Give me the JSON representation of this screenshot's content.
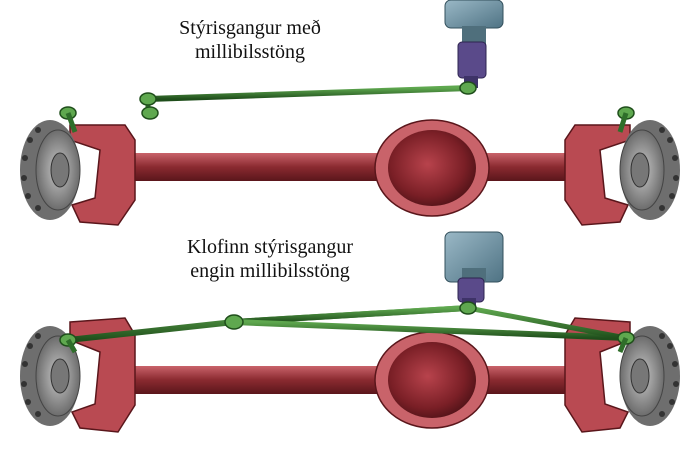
{
  "labels": {
    "top_line1": "Stýrisgangur með",
    "top_line2": "millibilsstöng",
    "bottom_line1": "Klofinn stýrisgangur",
    "bottom_line2": "engin millibilsstöng"
  },
  "colors": {
    "axle": "#8a2a30",
    "axle_light": "#c9636a",
    "knuckle": "#b94a52",
    "hub": "#8a8a8a",
    "hub_dark": "#555555",
    "rod": "#2f6e2a",
    "rod_light": "#5fa84f",
    "gearbox": "#6a8fa0",
    "gearbox_shaft": "#5a4a8a"
  },
  "icons": {
    "gearbox": "steering-gearbox-icon",
    "wheel_hub": "wheel-hub-icon"
  }
}
